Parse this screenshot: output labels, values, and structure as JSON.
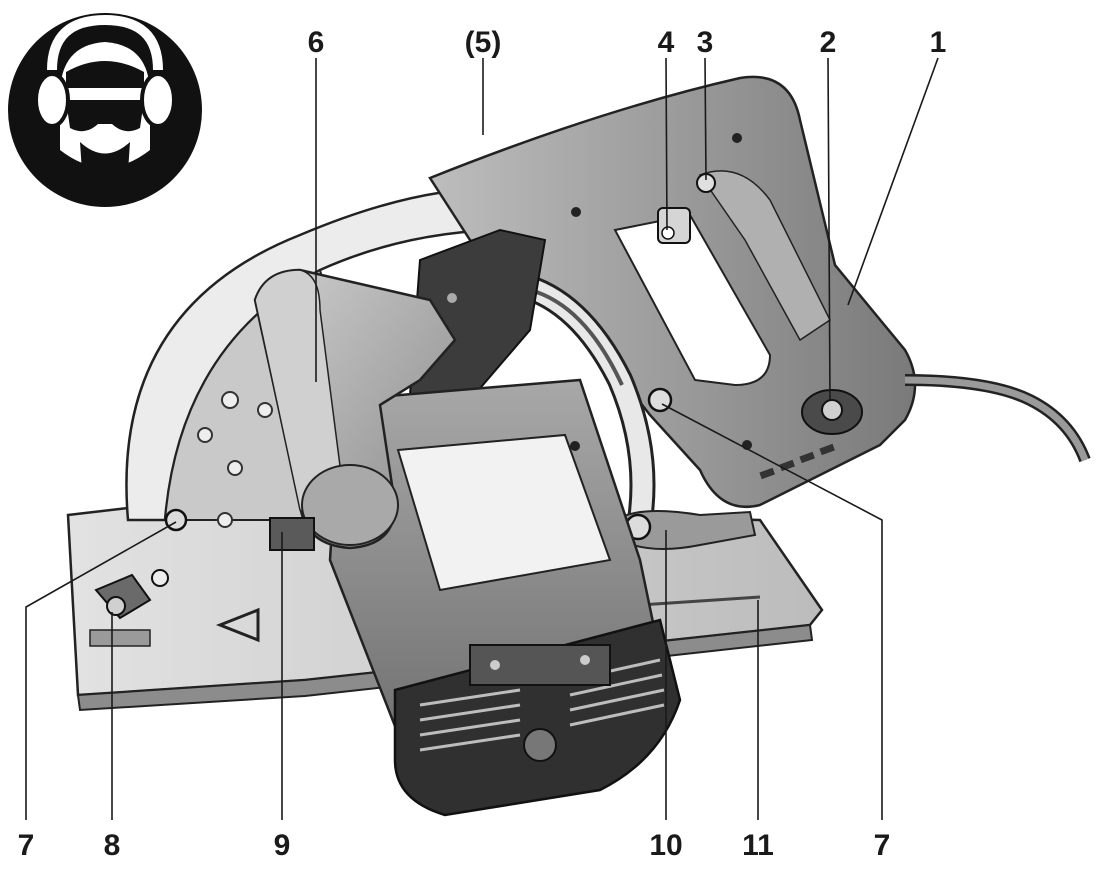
{
  "callouts": {
    "c1": "1",
    "c2": "2",
    "c3": "3",
    "c4": "4",
    "c5": "(5)",
    "c6": "6",
    "c7_left": "7",
    "c7_right": "7",
    "c8": "8",
    "c9": "9",
    "c10": "10",
    "c11": "11"
  },
  "icons": {
    "safety_sign": "ear-and-eye-protection-icon",
    "tool": "circular-saw-illustration"
  },
  "colors": {
    "ink": "#1a1a1a",
    "body_gray": "#9a9a9a",
    "light_gray": "#d9d9d9",
    "dark_gray": "#4a4a4a"
  }
}
